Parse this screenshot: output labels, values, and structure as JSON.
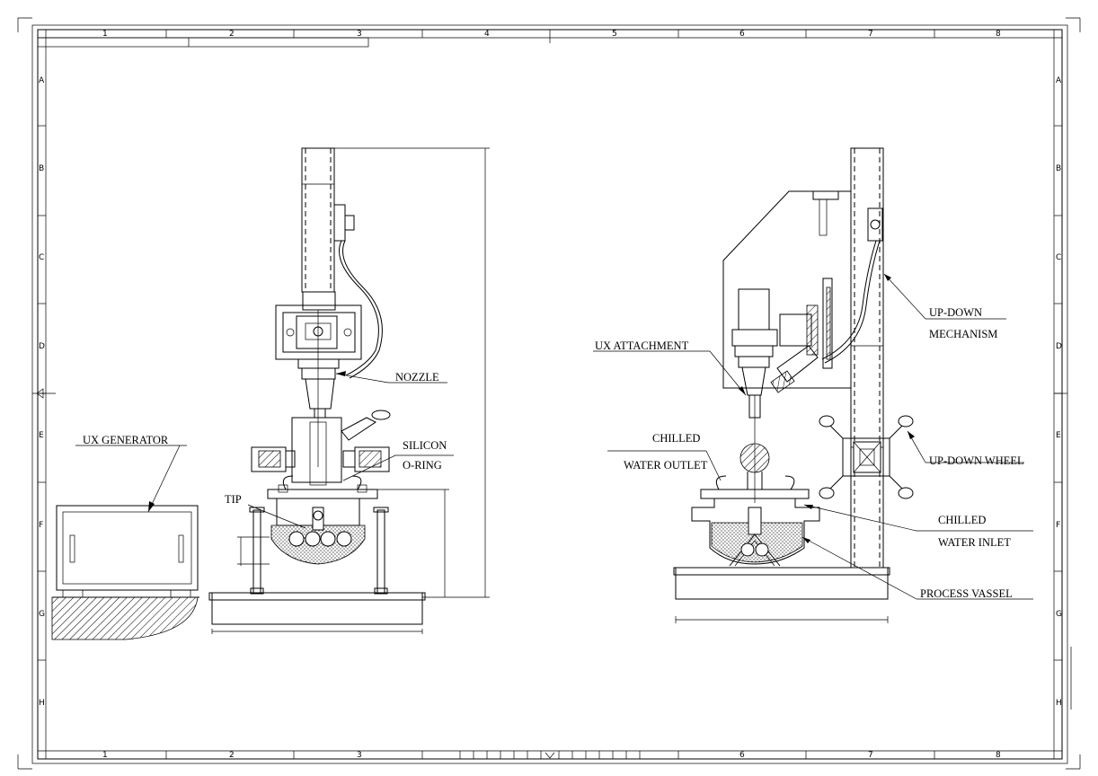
{
  "sheet": {
    "col_zones": [
      "1",
      "2",
      "3",
      "4",
      "5",
      "6",
      "7",
      "8"
    ],
    "row_zones": [
      "A",
      "B",
      "C",
      "D",
      "E",
      "F",
      "G",
      "H"
    ]
  },
  "labels": {
    "ux_generator": "UX GENERATOR",
    "nozzle": "NOZZLE",
    "silicon": "SILICON",
    "o_ring": "O-RING",
    "tip": "TIP",
    "ux_attachment": "UX ATTACHMENT",
    "up_down": "UP-DOWN",
    "mechanism": "MECHANISM",
    "chilled_out_1": "CHILLED",
    "chilled_out_2": "WATER OUTLET",
    "up_down_wheel": "UP-DOWN WHEEL",
    "chilled_in_1": "CHILLED",
    "chilled_in_2": "WATER INLET",
    "process_vassel": "PROCESS VASSEL"
  }
}
